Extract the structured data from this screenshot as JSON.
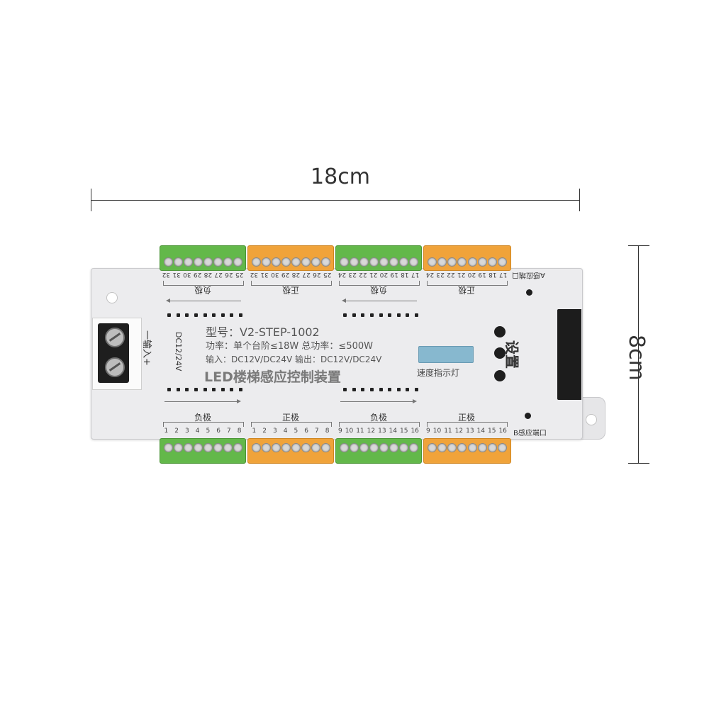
{
  "dimensions": {
    "width": "18cm",
    "height": "8cm"
  },
  "device": {
    "model": "型号：V2-STEP-1002",
    "power": "功率：单个台阶≤18W 总功率：≤500W",
    "io": "输入：DC12V/DC24V  输出：DC12V/DC24V",
    "name": "LED楼梯感应控制装置",
    "input_label": "一输入+",
    "input_voltage": "DC12/24V",
    "speed_indicator": "速度指示灯",
    "settings": "设置",
    "port_a": "A感应端口",
    "port_b": "B感应端口"
  },
  "groups": {
    "negative": "负极",
    "positive": "正极"
  },
  "top_pins": {
    "g1": [
      "32",
      "31",
      "30",
      "29",
      "28",
      "27",
      "26",
      "25"
    ],
    "g2": [
      "32",
      "31",
      "30",
      "29",
      "28",
      "27",
      "26",
      "25"
    ],
    "g3": [
      "24",
      "23",
      "22",
      "21",
      "20",
      "19",
      "18",
      "17"
    ],
    "g4": [
      "24",
      "23",
      "22",
      "21",
      "20",
      "19",
      "18",
      "17"
    ]
  },
  "bottom_pins": {
    "g1": [
      "1",
      "2",
      "3",
      "4",
      "5",
      "6",
      "7",
      "8"
    ],
    "g2": [
      "1",
      "2",
      "3",
      "4",
      "5",
      "6",
      "7",
      "8"
    ],
    "g3": [
      "9",
      "10",
      "11",
      "12",
      "13",
      "14",
      "15",
      "16"
    ],
    "g4": [
      "9",
      "10",
      "11",
      "12",
      "13",
      "14",
      "15",
      "16"
    ]
  },
  "colors": {
    "green": "#63b84a",
    "orange": "#f0a33a",
    "display": "#87b8cf"
  }
}
